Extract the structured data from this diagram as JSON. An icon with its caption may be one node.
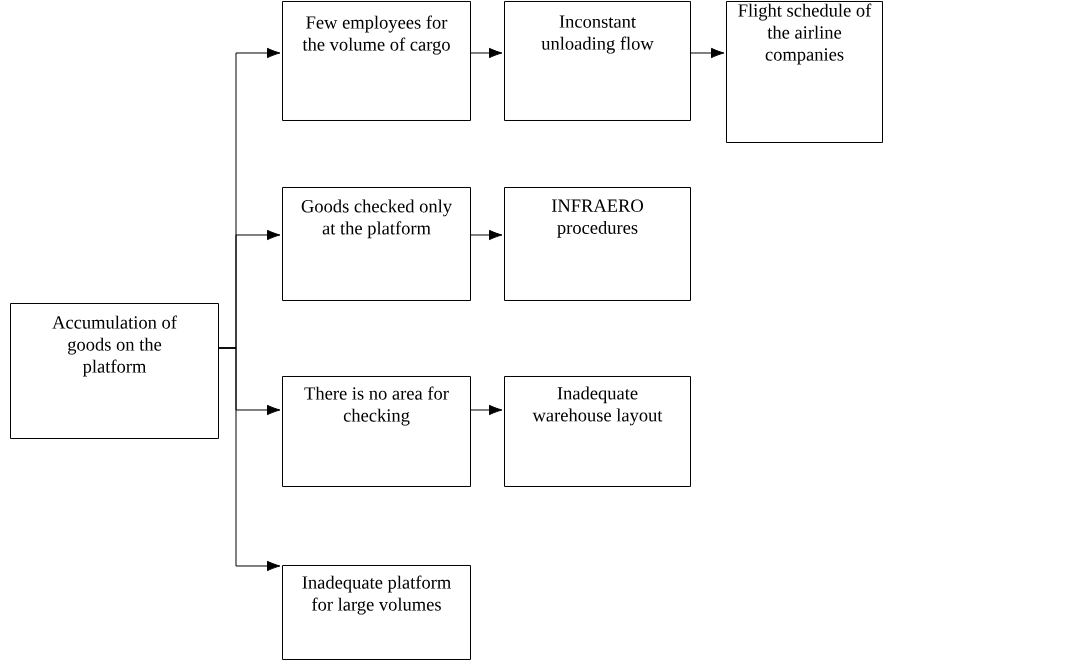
{
  "diagram": {
    "nodes": [
      {
        "text": [
          "Accumulation of goods on the platform"
        ]
      },
      {
        "text": [
          "Few employees for the volume of cargo"
        ]
      },
      {
        "text": [
          "Inconstant unloading flow"
        ]
      },
      {
        "text": [
          "Flight schedule of the airline companies"
        ]
      },
      {
        "text": [
          "Goods checked only at the platform"
        ]
      },
      {
        "text": [
          "INFRAERO procedures"
        ]
      },
      {
        "text": [
          "There is no area for checking"
        ]
      },
      {
        "text": [
          "Inadequate warehouse layout"
        ]
      },
      {
        "text": [
          "Inadequate platform for large volumes"
        ]
      }
    ],
    "edges": [
      {
        "from": 0,
        "to": 1,
        "arrow": "to"
      },
      {
        "from": 0,
        "to": 4,
        "arrow": "to"
      },
      {
        "from": 0,
        "to": 6,
        "arrow": "to"
      },
      {
        "from": 0,
        "to": 8,
        "arrow": "to"
      },
      {
        "from": 1,
        "to": 2,
        "arrow": "to"
      },
      {
        "from": 2,
        "to": 3,
        "arrow": "to"
      },
      {
        "from": 4,
        "to": 5,
        "arrow": "to"
      },
      {
        "from": 6,
        "to": 7,
        "arrow": "to"
      }
    ]
  }
}
